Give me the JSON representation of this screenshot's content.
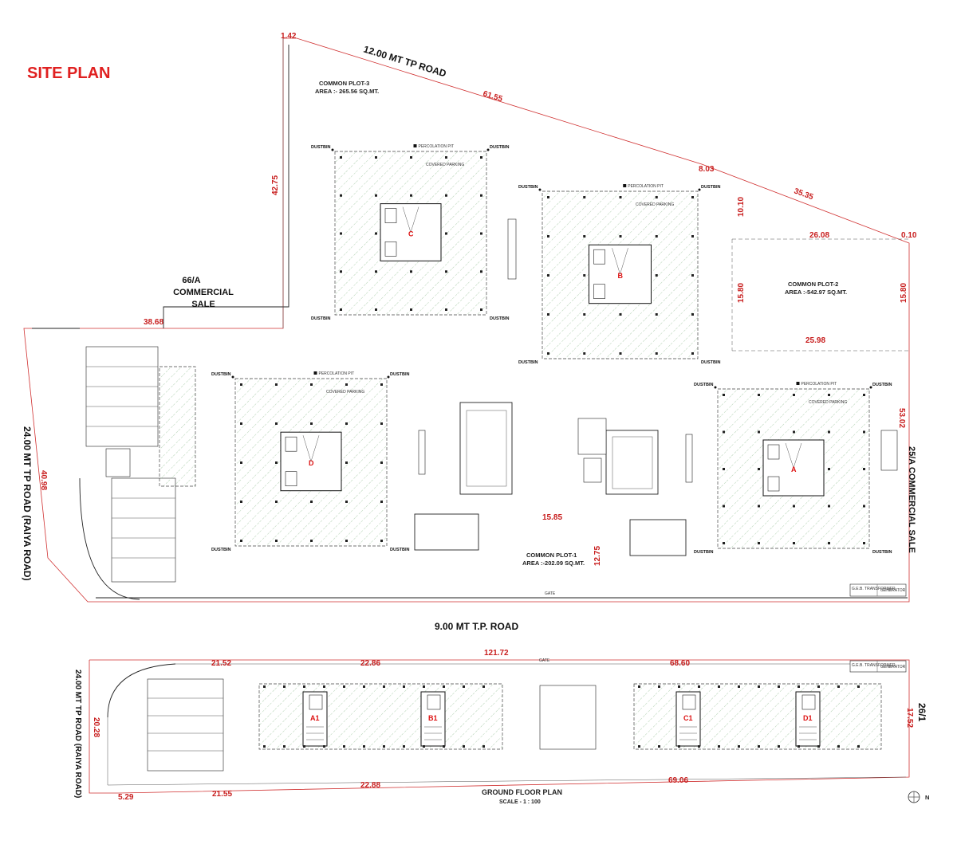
{
  "title": "SITE PLAN",
  "roads": {
    "north": "12.00 MT TP ROAD",
    "south": "9.00 MT T.P. ROAD",
    "west": "24.00 MT TP ROAD (RAIYA ROAD)",
    "west_ground": "24.00 MT TP ROAD (RAIYA ROAD)"
  },
  "neighbours": {
    "west_plot": [
      "66/A",
      "COMMERCIAL",
      "SALE"
    ],
    "east_plot": "25/A COMMERCIAL SALE",
    "east_ground": "26/1"
  },
  "common_plots": {
    "plot1": {
      "name": "COMMON PLOT-1",
      "area": "AREA :-202.09 SQ.MT."
    },
    "plot2": {
      "name": "COMMON PLOT-2",
      "area": "AREA :-542.97 SQ.MT."
    },
    "plot3": {
      "name": "COMMON PLOT-3",
      "area": "AREA :- 265.56 SQ.MT."
    }
  },
  "boundary_dims": {
    "top_left": "1.42",
    "north": "61.55",
    "north_east": "8.03",
    "north_east_2": "35.35",
    "east_top": "0.10",
    "plot2_top": "26.08",
    "plot2_bottom": "25.98",
    "left_vert": "42.75",
    "plot2_left": "15.80",
    "plot2_right": "15.80",
    "plot2_upper": "10.10",
    "west_top": "38.68",
    "west_side": "40.98",
    "east_side": "53.02",
    "plot1_width": "15.85",
    "plot1_height": "12.75"
  },
  "wings": [
    "A",
    "B",
    "C",
    "D"
  ],
  "wing_labels": {
    "dustbin": "DUSTBIN",
    "perc": "PERCOLATION PIT",
    "parking": "COVERED PARKING"
  },
  "misc": {
    "gate": "GATE",
    "geb": "G.E.B. TRANSFORMER",
    "generator": "GENERATOR"
  },
  "ground": {
    "title": "GROUND FLOOR PLAN",
    "scale": "SCALE - 1 : 100",
    "dims": {
      "top_total": "121.72",
      "top_left": "21.52",
      "top_mid": "22.86",
      "top_right": "68.60",
      "bottom_left": "5.29",
      "bottom_l2": "21.55",
      "bottom_mid": "22.88",
      "bottom_right": "69.06",
      "left": "20.28",
      "right": "17.52"
    },
    "wings": [
      "A1",
      "B1",
      "C1",
      "D1"
    ],
    "gate": "GATE",
    "geb": "G.E.B. TRANSFORMER",
    "generator": "GENERATOR",
    "north": "N"
  }
}
